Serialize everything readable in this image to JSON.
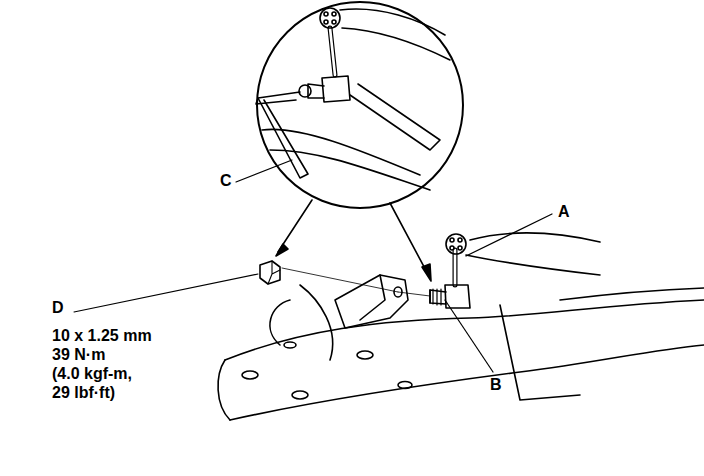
{
  "diagram": {
    "labels": [
      "C",
      "A",
      "D",
      "10 x 1.25 mm",
      "39 N·m",
      "(4.0 kgf-m, 29 lbf·ft)",
      "B"
    ]
  }
}
